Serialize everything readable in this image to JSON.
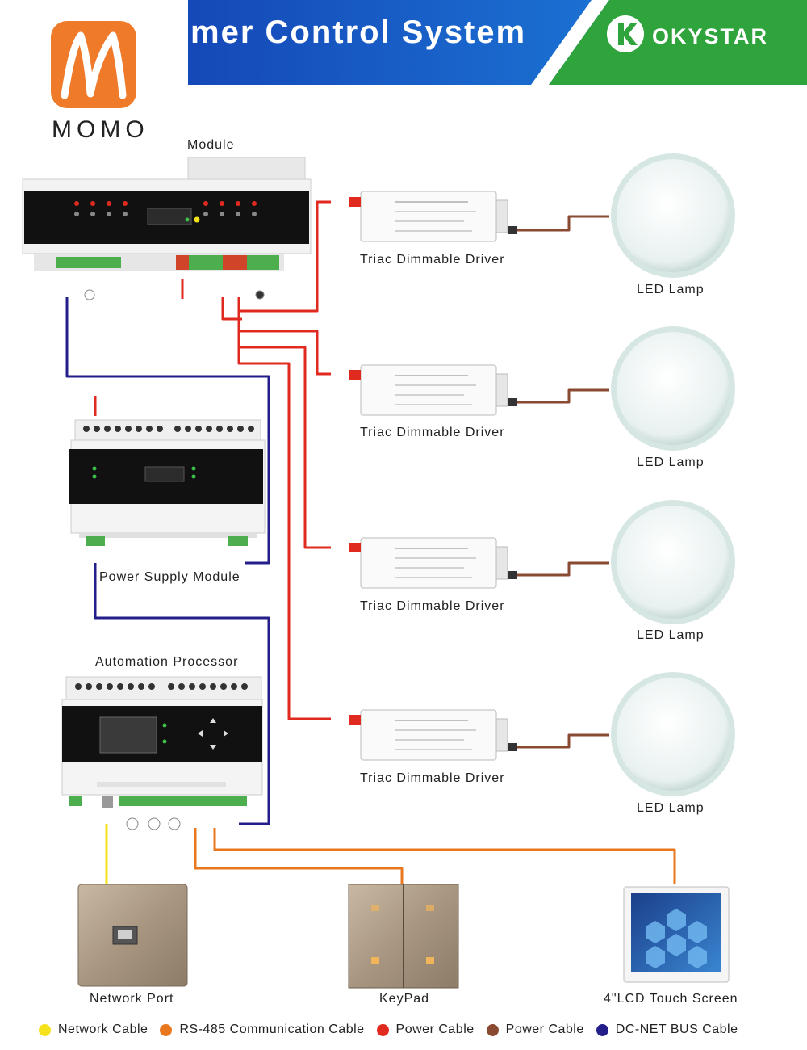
{
  "header": {
    "title": "mer Control System",
    "brand_name": "OKYSTAR",
    "logo_text": "MOMO",
    "banner_colors": {
      "blue": "#1d6fd0",
      "green": "#2fa43c"
    }
  },
  "labels": {
    "dimmer_module": "Module",
    "drivers": [
      "Triac Dimmable Driver",
      "Triac Dimmable Driver",
      "Triac Dimmable Driver",
      "Triac Dimmable Driver"
    ],
    "lamps": [
      "LED Lamp",
      "LED Lamp",
      "LED Lamp",
      "LED Lamp"
    ],
    "power_supply": "Power Supply Module",
    "processor": "Automation Processor",
    "network_port": "Network Port",
    "keypad": "KeyPad",
    "touch_screen": "4\"LCD Touch Screen"
  },
  "legend": [
    {
      "label": "Network Cable",
      "color": "#f5e21a"
    },
    {
      "label": "RS-485 Communication Cable",
      "color": "#e8771d"
    },
    {
      "label": "Power Cable",
      "color": "#e02a1f"
    },
    {
      "label": "Power Cable",
      "color": "#8a4a32"
    },
    {
      "label": "DC-NET BUS Cable",
      "color": "#231e8a"
    }
  ],
  "cable_colors": {
    "network": "#f5e21a",
    "rs485": "#e8771d",
    "power_red": "#e02a1f",
    "power_brown": "#8a4a32",
    "dcnet": "#231e8a"
  }
}
